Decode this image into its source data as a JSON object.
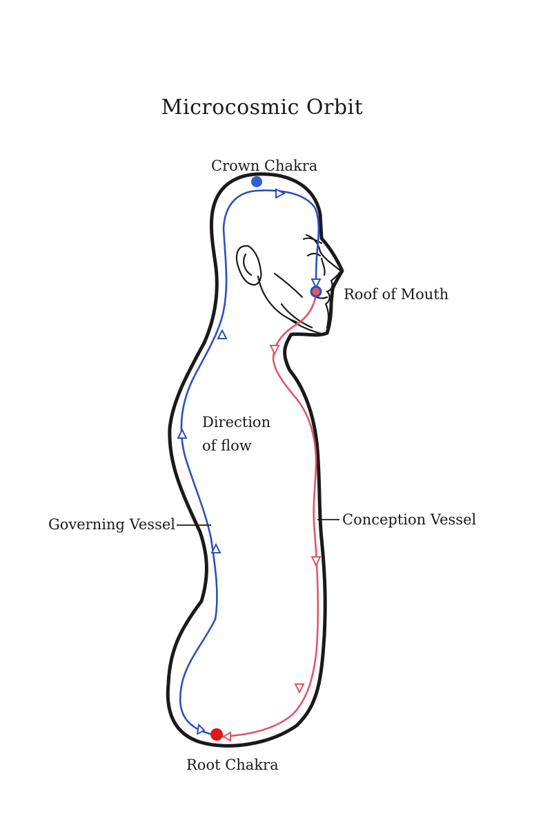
{
  "diagram": {
    "title": "Microcosmic Orbit",
    "labels": {
      "crown_chakra": "Crown Chakra",
      "roof_of_mouth": "Roof of Mouth",
      "direction_line1": "Direction",
      "direction_line2": "of flow",
      "governing_vessel": "Governing Vessel",
      "conception_vessel": "Conception Vessel",
      "root_chakra": "Root Chakra"
    },
    "colors": {
      "governing_vessel": "#2c4fb8",
      "conception_vessel": "#e0546e",
      "crown_dot": "#2f5fd6",
      "root_dot": "#e01818",
      "outline": "#1a1a1a"
    }
  }
}
